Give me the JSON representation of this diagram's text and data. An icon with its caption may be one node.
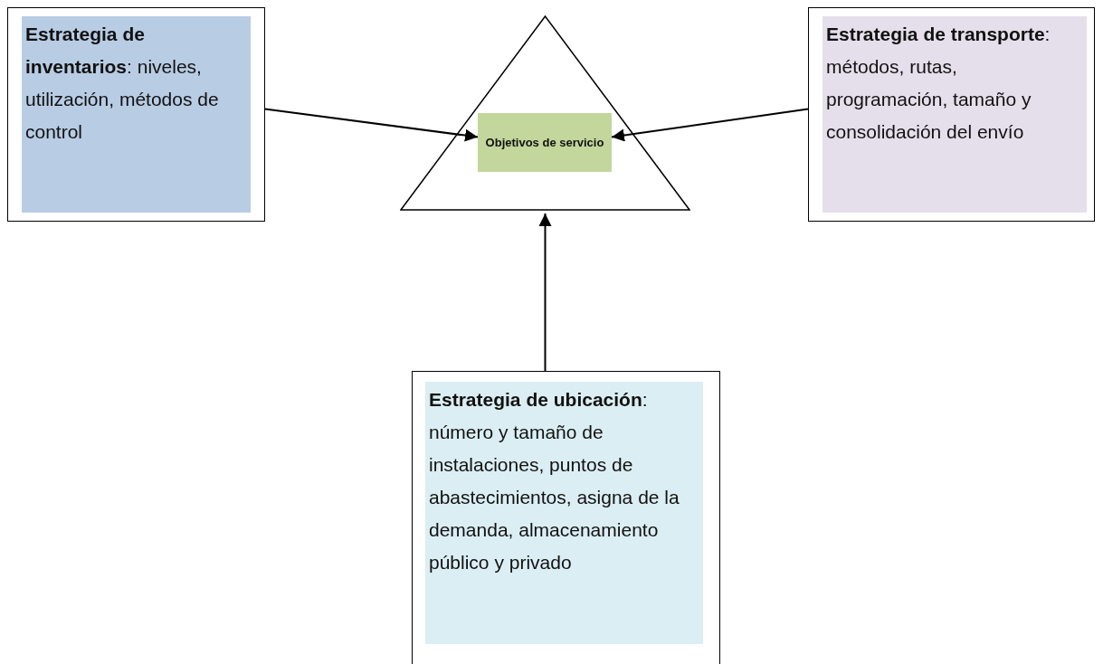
{
  "diagram": {
    "nodes": [
      {
        "text": [
          "**Estrategia de inventarios**: niveles, utilización, métodos de control"
        ]
      },
      {
        "text": [],
        "shape": "triangle"
      },
      {
        "text": [
          "Objetivos de servicio"
        ],
        "in": 1
      },
      {
        "text": [
          "**Estrategia de transporte**: métodos, rutas, programación, tamaño y consolidación del envío"
        ]
      },
      {
        "text": [
          "**Estrategia de ubicación**: número y tamaño de instalaciones, puntos de abastecimientos, asigna de la demanda, almacenamiento público y privado"
        ]
      }
    ],
    "edges": [
      {
        "from": 0,
        "to": 2,
        "arrow": "to"
      },
      {
        "from": 3,
        "to": 2,
        "arrow": "to"
      },
      {
        "from": 4,
        "to": 1,
        "arrow": "to"
      }
    ]
  }
}
